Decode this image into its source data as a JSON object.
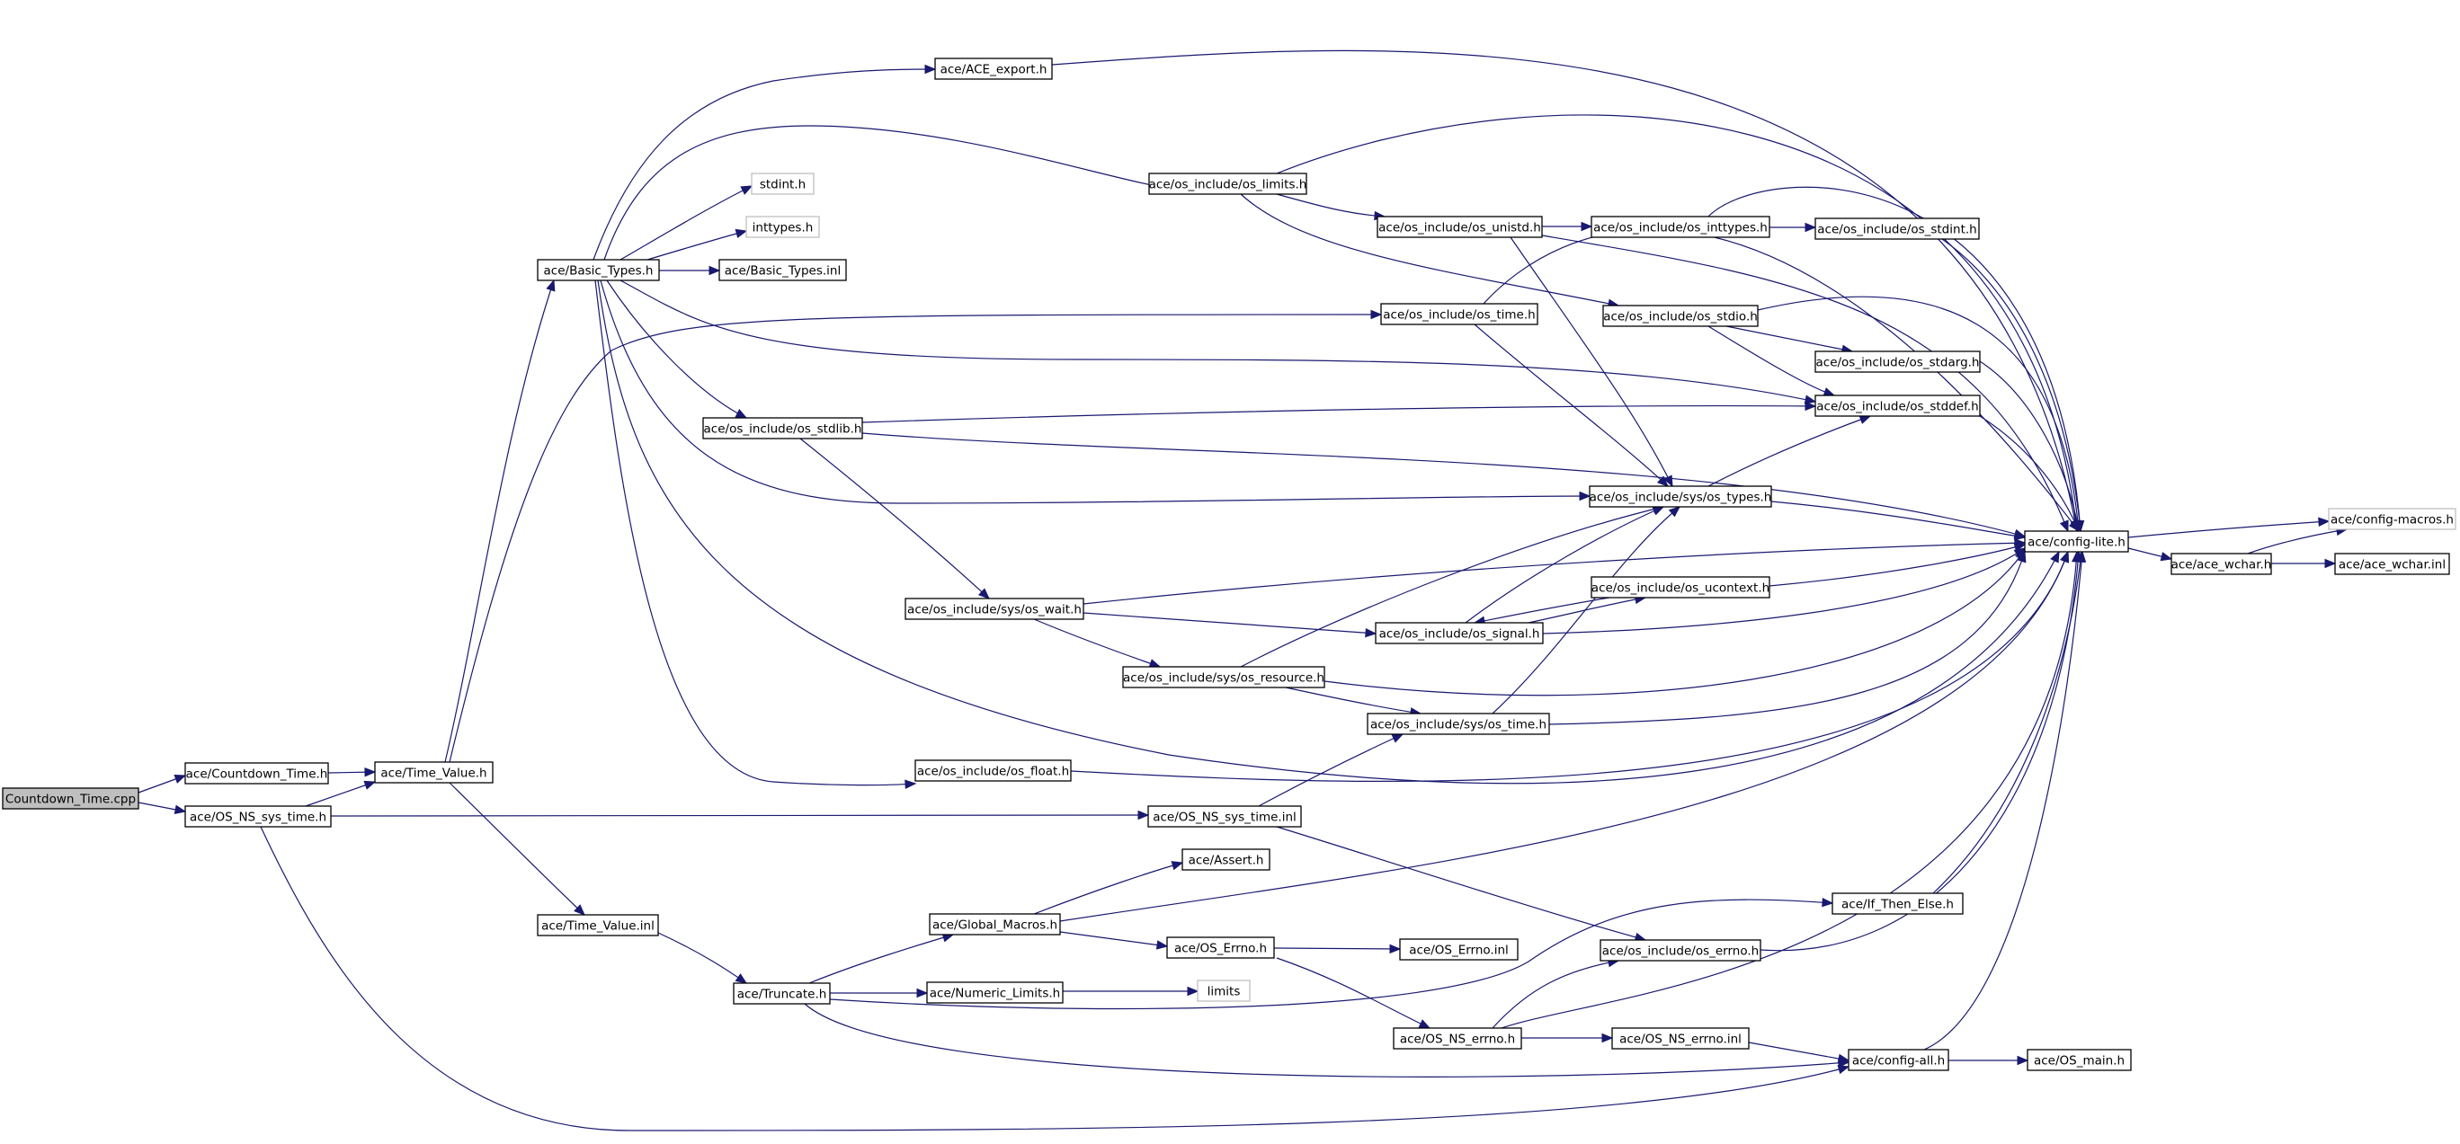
{
  "graph": {
    "colors": {
      "edge": "#191970",
      "node_border": "#000000",
      "missing_border": "#bfbfbf",
      "root_fill": "#bfbfbf",
      "node_fill": "#ffffff"
    },
    "nodes": [
      {
        "id": "countdown_cpp",
        "label": "Countdown_Time.cpp",
        "style": "root"
      },
      {
        "id": "countdown_h",
        "label": "ace/Countdown_Time.h"
      },
      {
        "id": "os_ns_sys_time_h",
        "label": "ace/OS_NS_sys_time.h"
      },
      {
        "id": "time_value_h",
        "label": "ace/Time_Value.h"
      },
      {
        "id": "basic_types_h",
        "label": "ace/Basic_Types.h"
      },
      {
        "id": "time_value_inl",
        "label": "ace/Time_Value.inl"
      },
      {
        "id": "ace_export_h",
        "label": "ace/ACE_export.h"
      },
      {
        "id": "stdint_h",
        "label": "stdint.h",
        "style": "missing"
      },
      {
        "id": "inttypes_h",
        "label": "inttypes.h",
        "style": "missing"
      },
      {
        "id": "basic_types_inl",
        "label": "ace/Basic_Types.inl"
      },
      {
        "id": "os_stdlib_h",
        "label": "ace/os_include/os_stdlib.h"
      },
      {
        "id": "os_float_h",
        "label": "ace/os_include/os_float.h"
      },
      {
        "id": "truncate_h",
        "label": "ace/Truncate.h"
      },
      {
        "id": "global_macros_h",
        "label": "ace/Global_Macros.h"
      },
      {
        "id": "numeric_limits_h",
        "label": "ace/Numeric_Limits.h"
      },
      {
        "id": "os_wait_h",
        "label": "ace/os_include/sys/os_wait.h"
      },
      {
        "id": "os_limits_h",
        "label": "ace/os_include/os_limits.h"
      },
      {
        "id": "os_resource_h",
        "label": "ace/os_include/sys/os_resource.h"
      },
      {
        "id": "os_ns_sys_time_inl",
        "label": "ace/OS_NS_sys_time.inl"
      },
      {
        "id": "assert_h",
        "label": "ace/Assert.h"
      },
      {
        "id": "os_errno_ace_h",
        "label": "ace/OS_Errno.h"
      },
      {
        "id": "limits",
        "label": "limits",
        "style": "missing"
      },
      {
        "id": "os_unistd_h",
        "label": "ace/os_include/os_unistd.h"
      },
      {
        "id": "os_time_h",
        "label": "ace/os_include/os_time.h"
      },
      {
        "id": "os_signal_h",
        "label": "ace/os_include/os_signal.h"
      },
      {
        "id": "sys_os_time_h",
        "label": "ace/os_include/sys/os_time.h"
      },
      {
        "id": "os_errno_inl",
        "label": "ace/OS_Errno.inl"
      },
      {
        "id": "os_ns_errno_h",
        "label": "ace/OS_NS_errno.h"
      },
      {
        "id": "os_inttypes_h",
        "label": "ace/os_include/os_inttypes.h"
      },
      {
        "id": "os_stdio_h",
        "label": "ace/os_include/os_stdio.h"
      },
      {
        "id": "os_types_h",
        "label": "ace/os_include/sys/os_types.h"
      },
      {
        "id": "os_ucontext_h",
        "label": "ace/os_include/os_ucontext.h"
      },
      {
        "id": "os_errno_h",
        "label": "ace/os_include/os_errno.h"
      },
      {
        "id": "os_ns_errno_inl",
        "label": "ace/OS_NS_errno.inl"
      },
      {
        "id": "os_stdint_h",
        "label": "ace/os_include/os_stdint.h"
      },
      {
        "id": "os_stdarg_h",
        "label": "ace/os_include/os_stdarg.h"
      },
      {
        "id": "os_stddef_h",
        "label": "ace/os_include/os_stddef.h"
      },
      {
        "id": "if_then_else_h",
        "label": "ace/If_Then_Else.h"
      },
      {
        "id": "config_all_h",
        "label": "ace/config-all.h"
      },
      {
        "id": "config_lite_h",
        "label": "ace/config-lite.h"
      },
      {
        "id": "os_main_h",
        "label": "ace/OS_main.h"
      },
      {
        "id": "ace_wchar_h",
        "label": "ace/ace_wchar.h"
      },
      {
        "id": "config_macros_h",
        "label": "ace/config-macros.h",
        "style": "missing"
      },
      {
        "id": "ace_wchar_inl",
        "label": "ace/ace_wchar.inl"
      }
    ],
    "edges": [
      [
        "countdown_cpp",
        "countdown_h"
      ],
      [
        "countdown_cpp",
        "os_ns_sys_time_h"
      ],
      [
        "countdown_h",
        "time_value_h"
      ],
      [
        "os_ns_sys_time_h",
        "time_value_h"
      ],
      [
        "os_ns_sys_time_h",
        "os_ns_sys_time_inl"
      ],
      [
        "os_ns_sys_time_h",
        "config_all_h"
      ],
      [
        "time_value_h",
        "basic_types_h"
      ],
      [
        "time_value_h",
        "os_time_h"
      ],
      [
        "time_value_h",
        "time_value_inl"
      ],
      [
        "basic_types_h",
        "ace_export_h"
      ],
      [
        "basic_types_h",
        "os_limits_h"
      ],
      [
        "basic_types_h",
        "stdint_h"
      ],
      [
        "basic_types_h",
        "inttypes_h"
      ],
      [
        "basic_types_h",
        "basic_types_inl"
      ],
      [
        "basic_types_h",
        "os_stdlib_h"
      ],
      [
        "basic_types_h",
        "os_stddef_h"
      ],
      [
        "basic_types_h",
        "os_types_h"
      ],
      [
        "basic_types_h",
        "os_float_h"
      ],
      [
        "basic_types_h",
        "config_lite_h"
      ],
      [
        "time_value_inl",
        "truncate_h"
      ],
      [
        "ace_export_h",
        "config_lite_h"
      ],
      [
        "os_limits_h",
        "os_unistd_h"
      ],
      [
        "os_limits_h",
        "os_stdio_h"
      ],
      [
        "os_limits_h",
        "config_lite_h"
      ],
      [
        "os_unistd_h",
        "os_inttypes_h"
      ],
      [
        "os_unistd_h",
        "os_types_h"
      ],
      [
        "os_unistd_h",
        "config_lite_h"
      ],
      [
        "os_inttypes_h",
        "os_stdint_h"
      ],
      [
        "os_inttypes_h",
        "config_lite_h"
      ],
      [
        "os_stdint_h",
        "config_lite_h"
      ],
      [
        "os_time_h",
        "os_types_h"
      ],
      [
        "os_time_h",
        "config_lite_h"
      ],
      [
        "os_stdio_h",
        "os_stdarg_h"
      ],
      [
        "os_stdio_h",
        "os_stddef_h"
      ],
      [
        "os_stdio_h",
        "config_lite_h"
      ],
      [
        "os_stdarg_h",
        "config_lite_h"
      ],
      [
        "os_stddef_h",
        "config_lite_h"
      ],
      [
        "os_stdlib_h",
        "os_stddef_h"
      ],
      [
        "os_stdlib_h",
        "os_wait_h"
      ],
      [
        "os_stdlib_h",
        "config_lite_h"
      ],
      [
        "os_types_h",
        "os_stddef_h"
      ],
      [
        "os_types_h",
        "config_lite_h"
      ],
      [
        "os_wait_h",
        "os_resource_h"
      ],
      [
        "os_wait_h",
        "os_signal_h"
      ],
      [
        "os_wait_h",
        "config_lite_h"
      ],
      [
        "os_signal_h",
        "os_types_h"
      ],
      [
        "os_signal_h",
        "os_ucontext_h"
      ],
      [
        "os_signal_h",
        "config_lite_h"
      ],
      [
        "os_ucontext_h",
        "os_signal_h"
      ],
      [
        "os_ucontext_h",
        "config_lite_h"
      ],
      [
        "os_resource_h",
        "os_types_h"
      ],
      [
        "os_resource_h",
        "sys_os_time_h"
      ],
      [
        "os_resource_h",
        "config_lite_h"
      ],
      [
        "sys_os_time_h",
        "os_types_h"
      ],
      [
        "sys_os_time_h",
        "config_lite_h"
      ],
      [
        "os_float_h",
        "config_lite_h"
      ],
      [
        "os_ns_sys_time_inl",
        "sys_os_time_h"
      ],
      [
        "os_ns_sys_time_inl",
        "os_errno_h"
      ],
      [
        "truncate_h",
        "global_macros_h"
      ],
      [
        "truncate_h",
        "numeric_limits_h"
      ],
      [
        "truncate_h",
        "if_then_else_h"
      ],
      [
        "truncate_h",
        "config_all_h"
      ],
      [
        "global_macros_h",
        "assert_h"
      ],
      [
        "global_macros_h",
        "os_errno_ace_h"
      ],
      [
        "global_macros_h",
        "config_lite_h"
      ],
      [
        "numeric_limits_h",
        "limits"
      ],
      [
        "os_errno_ace_h",
        "os_errno_inl"
      ],
      [
        "os_errno_ace_h",
        "os_ns_errno_h"
      ],
      [
        "os_ns_errno_h",
        "os_errno_h"
      ],
      [
        "os_ns_errno_h",
        "os_ns_errno_inl"
      ],
      [
        "os_ns_errno_h",
        "config_lite_h"
      ],
      [
        "os_ns_errno_inl",
        "config_all_h"
      ],
      [
        "os_errno_h",
        "config_lite_h"
      ],
      [
        "if_then_else_h",
        "config_lite_h"
      ],
      [
        "config_all_h",
        "config_lite_h"
      ],
      [
        "config_all_h",
        "os_main_h"
      ],
      [
        "config_lite_h",
        "config_macros_h"
      ],
      [
        "config_lite_h",
        "ace_wchar_h"
      ],
      [
        "ace_wchar_h",
        "config_macros_h"
      ],
      [
        "ace_wchar_h",
        "ace_wchar_inl"
      ]
    ]
  }
}
